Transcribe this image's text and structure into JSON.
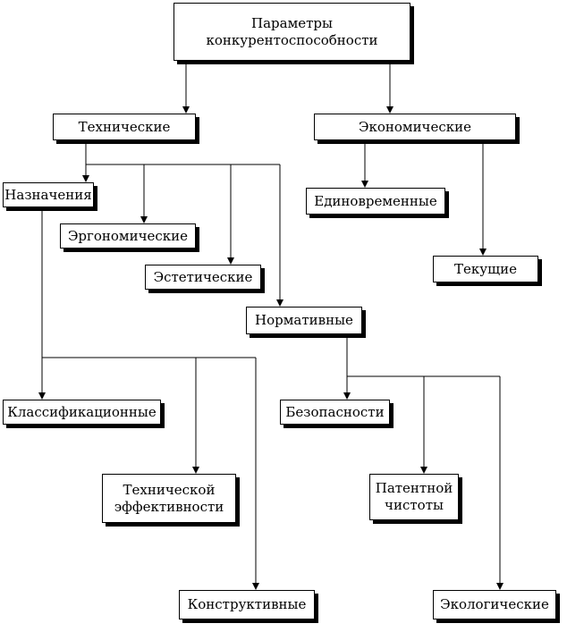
{
  "root": "Параметры\nконкурентоспособности",
  "technical": "Технические",
  "economic": "Экономические",
  "purpose": "Назначения",
  "ergonomic": "Эргономические",
  "aesthetic": "Эстетические",
  "normative": "Нормативные",
  "onetime": "Единовременные",
  "current": "Текущие",
  "classification": "Классификационные",
  "tech_efficiency": "Технической\nэффективности",
  "constructive": "Конструктивные",
  "safety": "Безопасности",
  "patent": "Патентной\nчистоты",
  "ecological": "Экологические"
}
